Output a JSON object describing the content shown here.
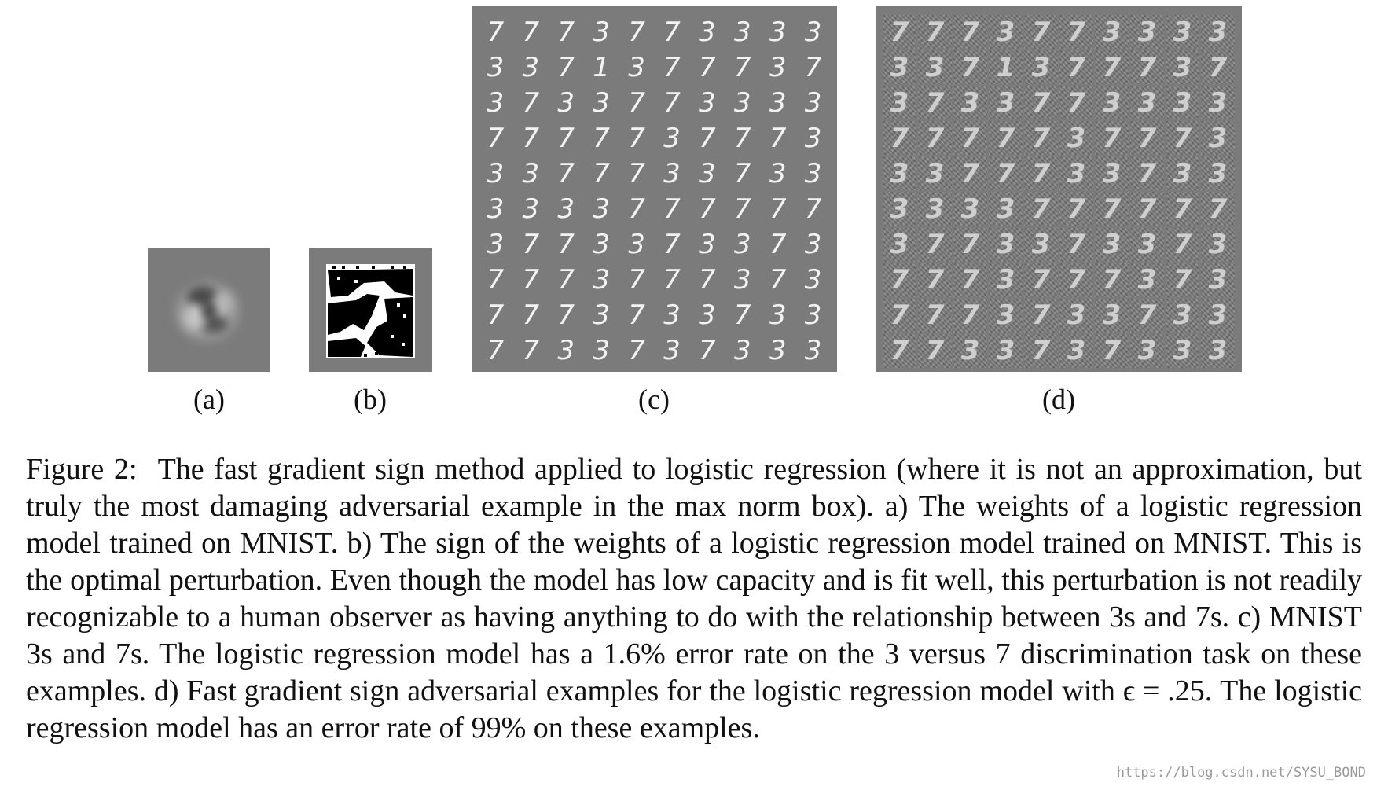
{
  "figure": {
    "panels": [
      {
        "id": "a",
        "label": "(a)"
      },
      {
        "id": "b",
        "label": "(b)"
      },
      {
        "id": "c",
        "label": "(c)"
      },
      {
        "id": "d",
        "label": "(d)"
      }
    ],
    "digits_clean": [
      [
        "7",
        "7",
        "7",
        "3",
        "7",
        "7",
        "3",
        "3",
        "3",
        "3"
      ],
      [
        "3",
        "3",
        "7",
        "1",
        "3",
        "7",
        "7",
        "7",
        "3",
        "7"
      ],
      [
        "3",
        "7",
        "3",
        "3",
        "7",
        "7",
        "3",
        "3",
        "3",
        "3"
      ],
      [
        "7",
        "7",
        "7",
        "7",
        "7",
        "3",
        "7",
        "7",
        "7",
        "3"
      ],
      [
        "3",
        "3",
        "7",
        "7",
        "7",
        "3",
        "3",
        "7",
        "3",
        "3"
      ],
      [
        "3",
        "3",
        "3",
        "3",
        "7",
        "7",
        "7",
        "7",
        "7",
        "7"
      ],
      [
        "3",
        "7",
        "7",
        "3",
        "3",
        "7",
        "3",
        "3",
        "7",
        "3"
      ],
      [
        "7",
        "7",
        "7",
        "3",
        "7",
        "7",
        "7",
        "3",
        "7",
        "3"
      ],
      [
        "7",
        "7",
        "7",
        "3",
        "7",
        "3",
        "3",
        "7",
        "3",
        "3"
      ],
      [
        "7",
        "7",
        "3",
        "3",
        "7",
        "3",
        "7",
        "3",
        "3",
        "3"
      ]
    ],
    "caption": {
      "label": "Figure 2:",
      "text": "The fast gradient sign method applied to logistic regression (where it is not an approximation, but truly the most damaging adversarial example in the max norm box). a) The weights of a logistic regression model trained on MNIST. b) The sign of the weights of a logistic regression model trained on MNIST. This is the optimal perturbation. Even though the model has low capacity and is fit well, this perturbation is not readily recognizable to a human observer as having anything to do with the relationship between 3s and 7s. c) MNIST 3s and 7s. The logistic regression model has a 1.6% error rate on the 3 versus 7 discrimination task on these examples. d) Fast gradient sign adversarial examples for the logistic regression model with ϵ = .25. The logistic regression model has an error rate of 99% on these examples."
    },
    "watermark": "https://blog.csdn.net/SYSU_BOND"
  }
}
